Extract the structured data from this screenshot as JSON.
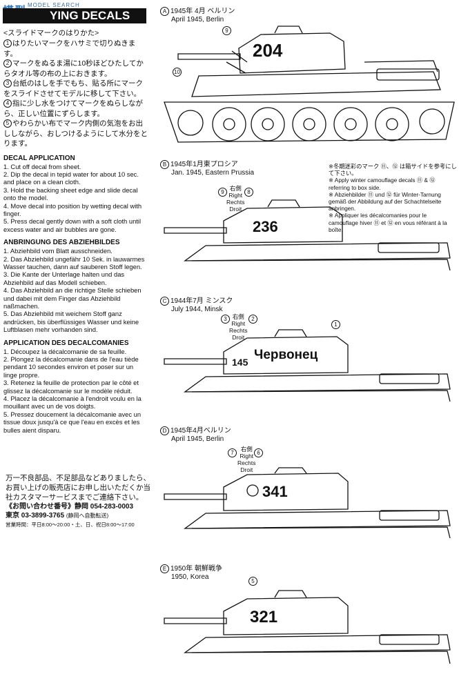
{
  "header": {
    "watermark": "模型",
    "watermark_sub": "MODEL SEARCH",
    "title": "YING DECALS"
  },
  "instructions": {
    "jp_title": "<スライドマークのはりかた>",
    "jp_steps": [
      "はりたいマークをハサミで切りぬきます。",
      "マークをぬるま湯に10秒ほどひたしてからタオル等の布の上におきます。",
      "台紙のはしを手でもち、貼る所にマークをスライドさせてモデルに移して下さい。",
      "指に少し水をつけてマークをぬらしながら、正しい位置にずらします。",
      "やわらかい布でマーク内側の気泡をお出ししながら、おしつけるようにして水分をとります。"
    ],
    "en_title": "DECAL APPLICATION",
    "en_steps": [
      "1. Cut off decal from sheet.",
      "2. Dip the decal in tepid water for about 10 sec. and place on a clean cloth.",
      "3. Hold the backing sheet edge and slide decal onto the model.",
      "4. Move decal into position by wetting decal with finger.",
      "5. Press decal gently down with a soft cloth until excess water and air bubbles are gone."
    ],
    "de_title": "ANBRINGUNG DES ABZIEHBILDES",
    "de_steps": [
      "1. Abziehbild vom Blatt ausschneiden.",
      "2. Das Abziehbild ungefähr 10 Sek. in lauwarmes Wasser tauchen, dann auf sauberen Stoff legen.",
      "3. Die Kante der Unterlage halten und das Abziehbild auf das Modell schieben.",
      "4. Das Abziehbild an die richtige Stelle schieben und dabei mit dem Finger das Abziehbild naßmachen.",
      "5. Das Abziehbild mit weichem Stoff ganz andrücken, bis überflüssiges Wasser und keine Luftblasen mehr vorhanden sind."
    ],
    "fr_title": "APPLICATION DES DECALCOMANIES",
    "fr_steps": [
      "1. Découpez la décalcomanie de sa feuille.",
      "2. Plongez la décalcomanie dans de l'eau tiède pendant 10 secondes environ et poser sur un linge propre.",
      "3. Retenez la feuille de protection par le côté et glissez la décalcomanie sur le modèle réduit.",
      "4. Placez la décalcomanie à l'endroit voulu en la mouillant avec un de vos doigts.",
      "5. Pressez doucement la décalcomanie avec un tissue doux jusqu'à ce que l'eau en excès et les bulles aient disparu."
    ]
  },
  "contact": {
    "text": "万一不良部品、不足部品などありましたら、お買い上げの販売店にお申し出いただくか当社カスタマーサービスまでご連絡下さい。",
    "inquiry": "《お問い合わせ番号》静岡",
    "shizuoka_phone": "054-283-0003",
    "tokyo_label": "東京",
    "tokyo_phone": "03-3899-3765",
    "tokyo_note": "(静岡へ自動転送)",
    "hours": "営業時間：平日8:00〜20:00・土、日、祝日8:00〜17:00"
  },
  "variants": [
    {
      "letter": "A",
      "jp": "1945年 4月 ベルリン",
      "en": "April 1945, Berlin",
      "number": "204"
    },
    {
      "letter": "B",
      "jp": "1945年1月東プロシア",
      "en": "Jan. 1945, Eastern Prussia",
      "number": "236"
    },
    {
      "letter": "C",
      "jp": "1944年7月 ミンスク",
      "en": "July 1944, Minsk",
      "number": "145",
      "slogan": "Червонец"
    },
    {
      "letter": "D",
      "jp": "1945年4月ベルリン",
      "en": "April 1945, Berlin",
      "number": "341"
    },
    {
      "letter": "E",
      "jp": "1950年 朝鮮戦争",
      "en": "1950, Korea",
      "number": "321"
    }
  ],
  "side": {
    "jp": "右側",
    "en": "Right",
    "de": "Rechts",
    "fr": "Droit"
  },
  "callouts": {
    "a_top": "9",
    "a_side": "10",
    "b_left": "9",
    "b_right": "8",
    "c_left": "3",
    "c_right": "2",
    "c_far": "1",
    "d_left": "7",
    "d_right": "6",
    "e_top": "5"
  },
  "winter_note": [
    "※冬期迷彩のマーク ⑪、⑫ は箱サイドを参考にして下さい。",
    "※ Apply winter camouflage decals ⑪ & ⑫ referring to box side.",
    "※ Abziehbilder ⑪ und ⑫ für Winter-Tarnung gemäß der Abbildung auf der Schachtelseite anbringen.",
    "※ Appliquer les décalcomanies pour le camouflage hiver ⑪ et ⑫ en vous référant à la boîte."
  ]
}
